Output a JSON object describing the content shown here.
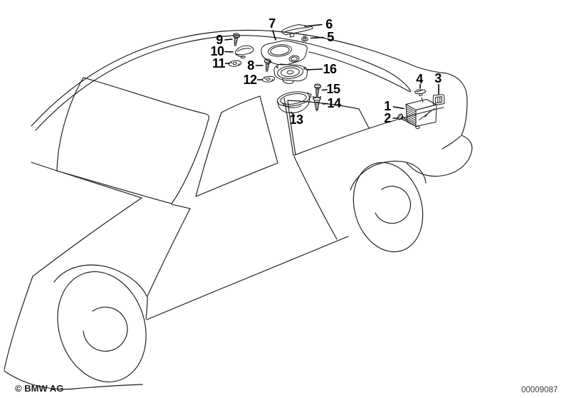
{
  "page": {
    "type": "parts-catalog-diagram",
    "subject": "car side view line drawing with speaker system parts",
    "colors": {
      "background": "#ffffff",
      "line": "#1a1a1a",
      "text": "#000000"
    }
  },
  "callouts": {
    "c1": "1",
    "c2": "2",
    "c3": "3",
    "c4": "4",
    "c5": "5",
    "c6": "6",
    "c7": "7",
    "c8": "8",
    "c9": "9",
    "c10": "10",
    "c11": "11",
    "c12": "12",
    "c13": "13",
    "c14": "14",
    "c15": "15",
    "c16": "16"
  },
  "footer": {
    "copyright": "© BMW AG",
    "diagram_number": "00009087"
  }
}
